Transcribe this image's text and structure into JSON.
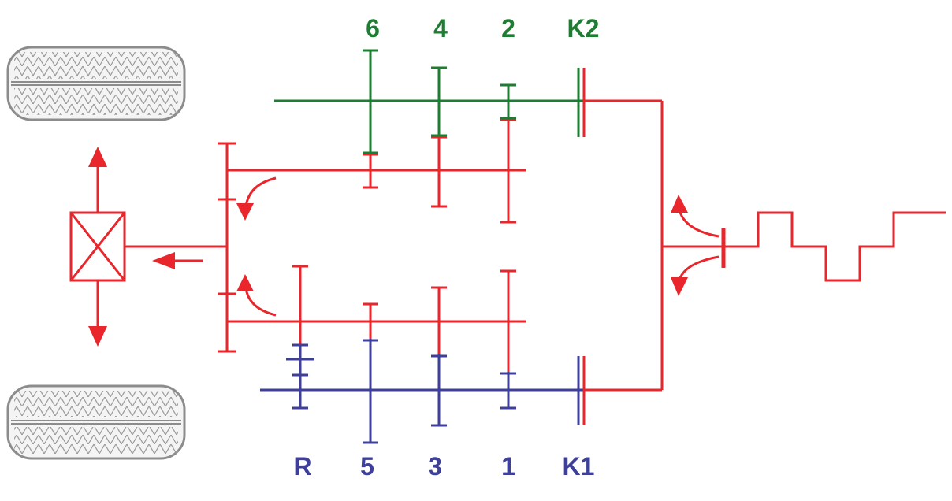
{
  "labels": {
    "top": [
      "6",
      "4",
      "2",
      "K2"
    ],
    "bottom": [
      "R",
      "5",
      "3",
      "1",
      "K1"
    ]
  },
  "colors": {
    "red": "#e8262b",
    "green": "#1e7d32",
    "blue": "#3d3f98",
    "tire_fill": "#f4f4f4",
    "tire_stroke": "#8c8c8c"
  }
}
